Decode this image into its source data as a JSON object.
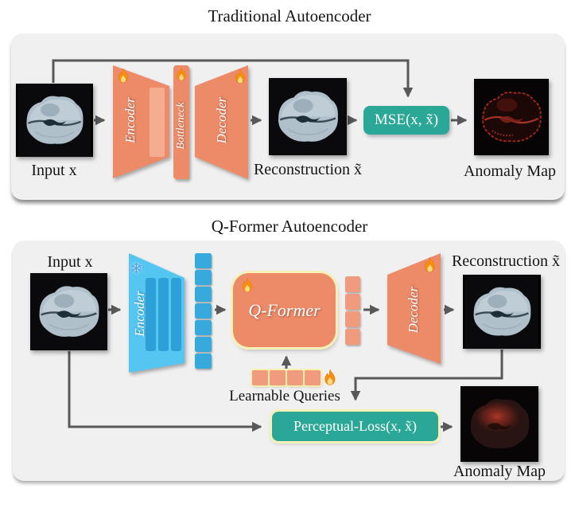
{
  "figure": {
    "panels": [
      {
        "title": "Traditional Autoencoder",
        "input_label": "Input x",
        "encoder_label": "Encoder",
        "bottleneck_label": "Bottleneck",
        "decoder_label": "Decoder",
        "reconstruction_label": "Reconstruction x̃",
        "loss_label": "MSE(x, x̃)",
        "anomaly_label": "Anomaly Map"
      },
      {
        "title": "Q-Former Autoencoder",
        "input_label": "Input x",
        "encoder_label": "Encoder",
        "qformer_label": "Q-Former",
        "decoder_label": "Decoder",
        "reconstruction_label": "Reconstruction x̃",
        "queries_label": "Learnable Queries",
        "loss_label": "Perceptual-Loss(x, x̃)",
        "anomaly_label": "Anomaly Map"
      }
    ],
    "tokens": {
      "encoder_token_count": 7,
      "qformer_token_count": 4,
      "query_token_count": 4
    },
    "icons": {
      "flame_icon": "🔥",
      "snowflake_icon": "❄"
    },
    "colors": {
      "panel_bg": "#F0F0F1",
      "salmon": "#ED8A68",
      "salmon_light": "#F5AD90",
      "salmon_token": "#F09B7D",
      "teal": "#2BA797",
      "blue_encoder": "#55C6F2",
      "blue_bar": "#2EA0D8",
      "blue_token": "#36A9DD",
      "glow_yellow": "#F7F1B8",
      "arrow": "#58585A"
    }
  }
}
